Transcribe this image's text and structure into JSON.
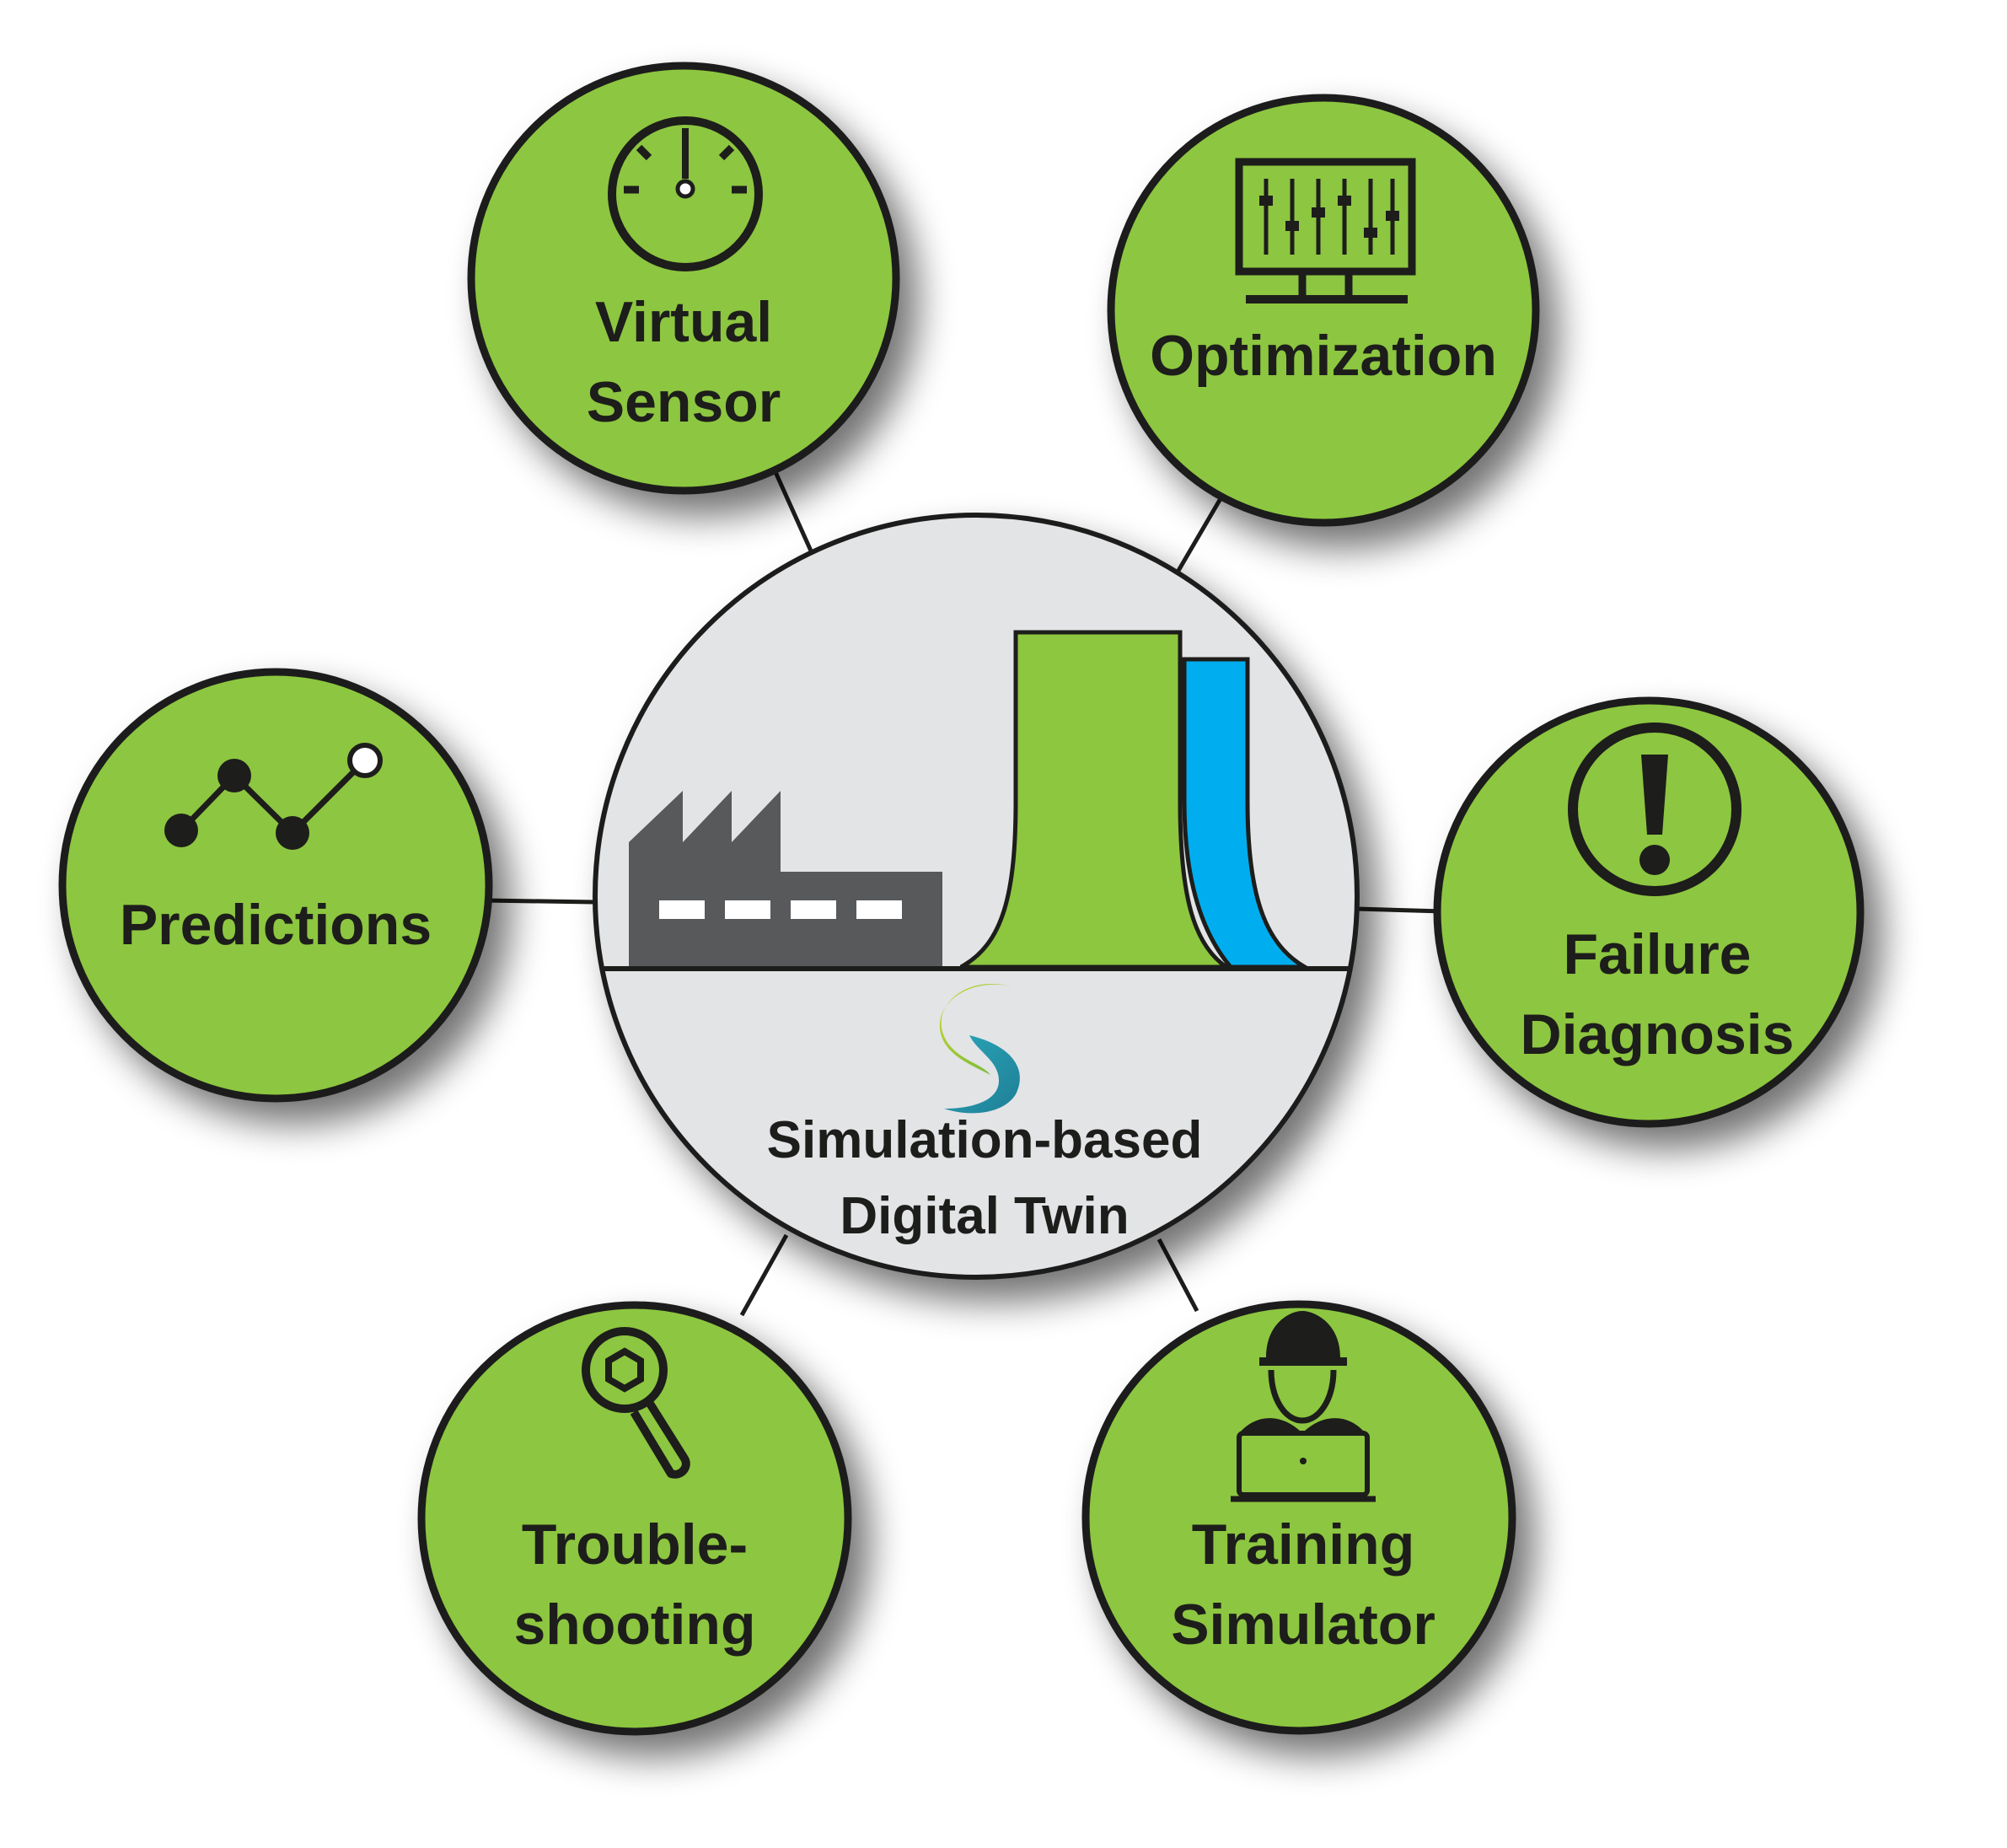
{
  "center": {
    "title_line1": "Simulation-based",
    "title_line2": "Digital Twin",
    "logo_letter": "S"
  },
  "satellites": {
    "virtual_sensor": {
      "line1": "Virtual",
      "line2": "Sensor",
      "icon": "gauge-icon"
    },
    "optimization": {
      "line1": "Optimization",
      "icon": "monitor-sliders-icon"
    },
    "predictions": {
      "line1": "Predictions",
      "icon": "line-chart-icon"
    },
    "failure_diagnosis": {
      "line1": "Failure",
      "line2": "Diagnosis",
      "icon": "exclamation-circle-icon"
    },
    "troubleshooting": {
      "line1": "Trouble-",
      "line2": "shooting",
      "icon": "wrench-icon"
    },
    "training_simulator": {
      "line1": "Training",
      "line2": "Simulator",
      "icon": "worker-laptop-icon"
    }
  },
  "colors": {
    "satellite_fill": "#8dc63f",
    "center_fill": "#e3e4e6",
    "outline": "#1d1d1b",
    "factory": "#58595b",
    "tower_green": "#8dc63f",
    "tower_blue": "#00aeef"
  }
}
